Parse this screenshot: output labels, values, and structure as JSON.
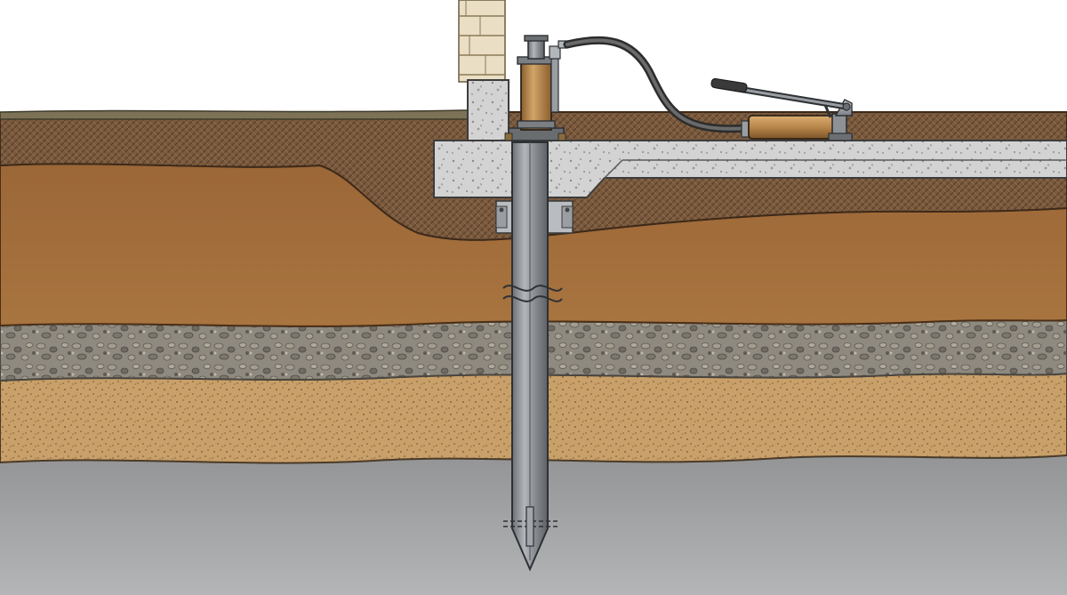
{
  "diagram": {
    "kind": "cross-section illustration",
    "labels": [],
    "layers": [
      {
        "name": "topsoil",
        "color": "#7a5a3e"
      },
      {
        "name": "brown-clay",
        "color": "#a56f3e"
      },
      {
        "name": "gravel",
        "color": "#8e8a80"
      },
      {
        "name": "sand",
        "color": "#c9a069"
      },
      {
        "name": "bedrock",
        "color": "#9a9b9d"
      }
    ],
    "components": [
      {
        "name": "house-wall",
        "color": "#e8ddc2"
      },
      {
        "name": "concrete-footing",
        "color": "#d3d3d3"
      },
      {
        "name": "concrete-slab",
        "color": "#d3d3d3"
      },
      {
        "name": "steel-push-pier",
        "color": "#8e9296"
      },
      {
        "name": "hydraulic-jack-cylinder",
        "color": "#b8864a"
      },
      {
        "name": "hydraulic-hose",
        "color": "#555555"
      },
      {
        "name": "hand-hydraulic-pump",
        "color": "#b8864a"
      }
    ]
  }
}
